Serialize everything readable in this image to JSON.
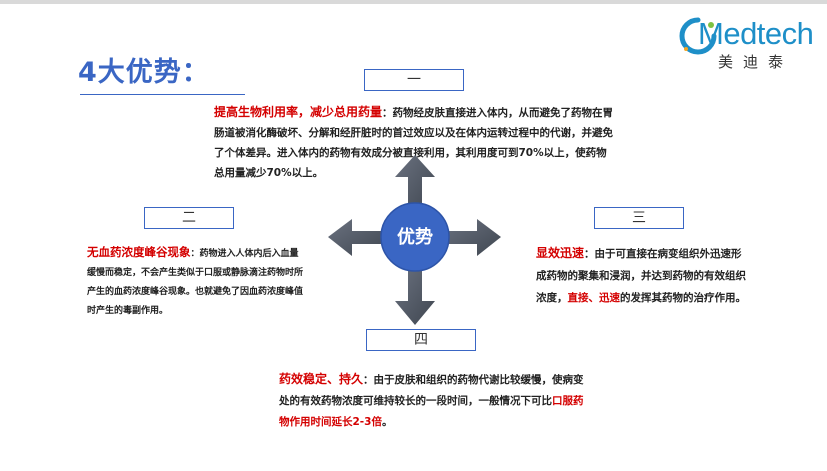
{
  "title": "4大优势：",
  "logo": {
    "brand": "Medtech",
    "subtitle": "美迪泰"
  },
  "center_label": "优势",
  "boxes": {
    "one": "一",
    "two": "二",
    "three": "三",
    "four": "四"
  },
  "advantages": {
    "one": {
      "heading": "提高生物利用率，减少总用药量",
      "body": "：药物经皮肤直接进入体内，从而避免了药物在胃肠道被消化酶破坏、分解和经肝脏时的首过效应以及在体内运转过程中的代谢，并避免了个体差异。进入体内的药物有效成分被直接利用，其利用度可到70%以上，使药物总用量减少70%以上。"
    },
    "two": {
      "heading": "无血药浓度峰谷现象",
      "body": "：药物进入人体内后入血量缓慢而稳定，不会产生类似于口服或静脉滴注药物时所产生的血药浓度峰谷现象。也就避免了因血药浓度峰值时产生的毒副作用。"
    },
    "three": {
      "heading": "显效迅速",
      "body_before": "：由于可直接在病变组织外迅速形成药物的聚集和浸润，并达到药物的有效组织浓度，",
      "emphasis": "直接、迅速",
      "body_after": "的发挥其药物的治疗作用。"
    },
    "four": {
      "heading": "药效稳定、持久",
      "body_before": "：由于皮肤和组织的药物代谢比较缓慢，使病变处的有效药物浓度可维持较长的一段时间，一般情况下可比",
      "emphasis": "口服药物作用时间延长2-3倍",
      "body_after": "。"
    }
  },
  "colors": {
    "accent": "#3a66c4",
    "highlight": "#d40000",
    "arrow": "#4b5563",
    "center": "#3a66c4"
  }
}
